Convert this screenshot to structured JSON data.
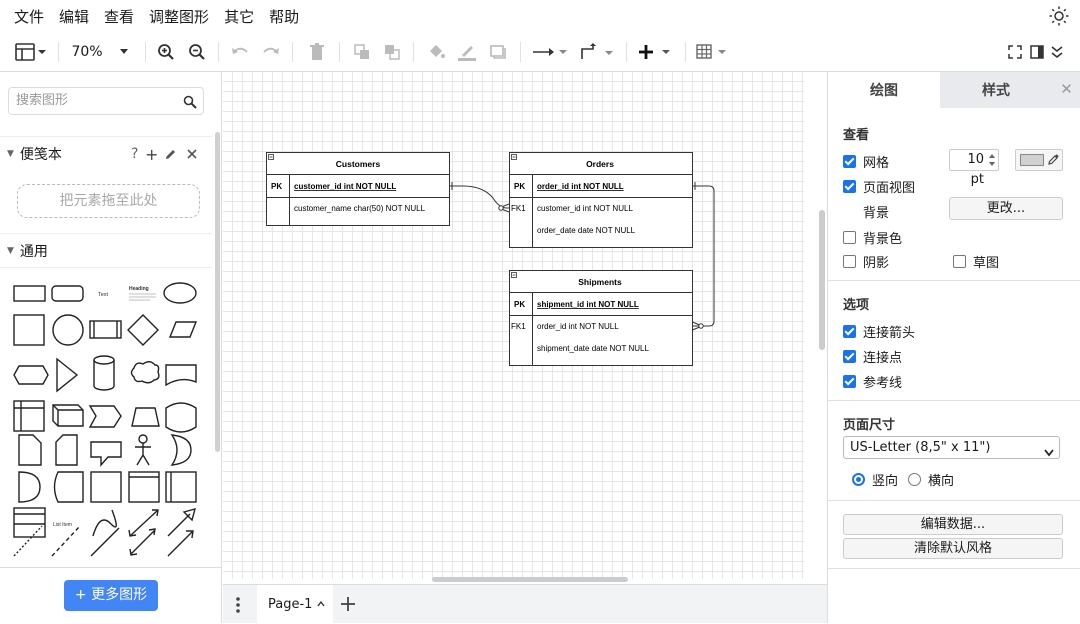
{
  "menu": [
    "文件",
    "编辑",
    "查看",
    "调整图形",
    "其它",
    "帮助"
  ],
  "toolbar": {
    "zoom": "70%"
  },
  "left_panel": {
    "search_placeholder": "搜索图形",
    "scratchpad_title": "便笺本",
    "scratchpad_actions": [
      "?",
      "+"
    ],
    "drop_hint": "把元素拖至此处",
    "general_title": "通用",
    "shape_text": "Text",
    "shape_heading": "Heading",
    "shape_list_item": "List Item",
    "more_shapes": "+ 更多图形"
  },
  "diagram": {
    "tables": [
      {
        "name": "Customers",
        "rows": [
          {
            "key": "PK",
            "field": "customer_id int NOT NULL"
          },
          {
            "key": "",
            "field": "customer_name char(50) NOT NULL"
          }
        ]
      },
      {
        "name": "Orders",
        "rows": [
          {
            "key": "PK",
            "field": "order_id int NOT NULL"
          },
          {
            "key": "FK1",
            "field": "customer_id int NOT NULL"
          },
          {
            "key": "",
            "field": "order_date date NOT NULL"
          }
        ]
      },
      {
        "name": "Shipments",
        "rows": [
          {
            "key": "PK",
            "field": "shipment_id int NOT NULL"
          },
          {
            "key": "FK1",
            "field": "order_id int NOT NULL"
          },
          {
            "key": "",
            "field": "shipment_date date NOT NULL"
          }
        ]
      }
    ]
  },
  "bottom": {
    "page_tab": "Page-1"
  },
  "right_panel": {
    "tab_diagram": "绘图",
    "tab_style": "样式",
    "view_title": "查看",
    "grid_label": "网格",
    "grid_size": "10 pt",
    "page_view_label": "页面视图",
    "background_label": "背景",
    "change_button": "更改...",
    "background_color_label": "背景色",
    "shadow_label": "阴影",
    "sketch_label": "草图",
    "options_title": "选项",
    "connection_arrows_label": "连接箭头",
    "connection_points_label": "连接点",
    "guides_label": "参考线",
    "page_size_title": "页面尺寸",
    "page_size_value": "US-Letter (8,5\" x 11\")",
    "portrait_label": "竖向",
    "landscape_label": "横向",
    "edit_data_button": "编辑数据...",
    "clear_style_button": "清除默认风格"
  },
  "colors": {
    "accent": "#1a73e8",
    "primary_button": "#4285f4",
    "grid": "#e6e6e6"
  }
}
